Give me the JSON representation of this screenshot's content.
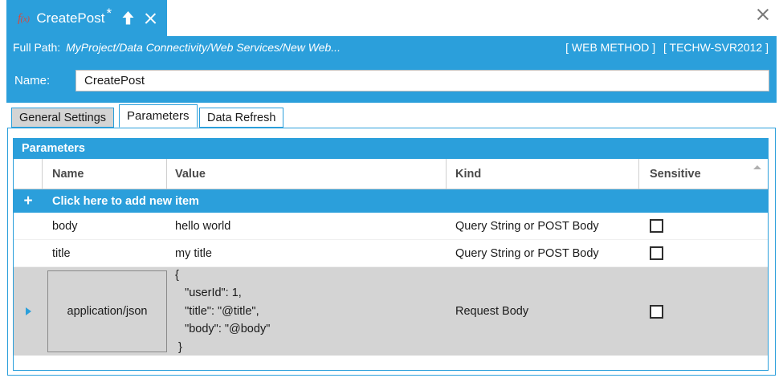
{
  "window": {
    "close_icon": "close-icon"
  },
  "document_tab": {
    "icon": "fx-function-icon",
    "title": "CreatePost",
    "dirty_marker": "*",
    "pin_icon": "pin-up-arrow-icon",
    "close_icon": "close-icon"
  },
  "header": {
    "full_path_label": "Full Path:",
    "full_path_value": "MyProject/Data Connectivity/Web Services/New Web...",
    "badges": [
      "[ WEB METHOD ]",
      "[ TECHW-SVR2012 ]"
    ],
    "name_label": "Name:",
    "name_value": "CreatePost",
    "accent_color": "#2B9FDB"
  },
  "tabs": [
    {
      "label": "General Settings",
      "state": "inactive-gray"
    },
    {
      "label": "Parameters",
      "state": "active"
    },
    {
      "label": "Data Refresh",
      "state": "inactive-white"
    }
  ],
  "parameters_group": {
    "title": "Parameters",
    "columns": [
      "Name",
      "Value",
      "Kind",
      "Sensitive"
    ],
    "add_new_row": {
      "plus": "+",
      "label": "Click here to add new item"
    },
    "rows": [
      {
        "selected": false,
        "name": "body",
        "value": "hello world",
        "kind": "Query String or POST Body",
        "sensitive": false
      },
      {
        "selected": false,
        "name": "title",
        "value": "my title",
        "kind": "Query String or POST Body",
        "sensitive": false
      },
      {
        "selected": true,
        "name": "application/json",
        "value": "{\n   \"userId\": 1,\n   \"title\": \"@title\",\n   \"body\": \"@body\"\n }",
        "kind": "Request Body",
        "sensitive": false
      }
    ]
  }
}
